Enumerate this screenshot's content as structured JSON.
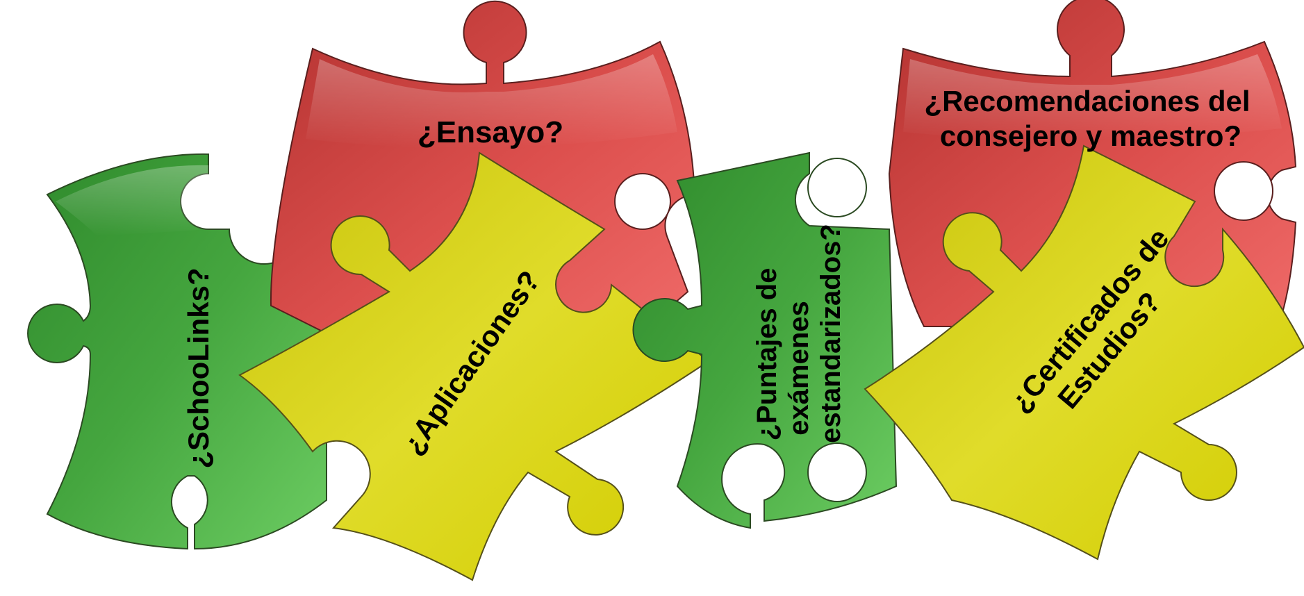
{
  "colors": {
    "red": "#d03a38",
    "green": "#3f9e3a",
    "yellow": "#d8d414",
    "accent_bar": "#1a2a5a"
  },
  "pieces": {
    "schoolinks": {
      "label": "¿SchooLinks?"
    },
    "ensayo": {
      "label": "¿Ensayo?"
    },
    "aplicaciones": {
      "label": "¿Aplicaciones?"
    },
    "puntajes": {
      "lines": [
        "¿Puntajes de",
        "exámenes",
        "estandarizados?"
      ]
    },
    "recomendaciones": {
      "lines": [
        "¿Recomendaciones del",
        "consejero y maestro?"
      ]
    },
    "certificados": {
      "lines": [
        "¿Certificados de",
        "Estudios?"
      ]
    }
  }
}
